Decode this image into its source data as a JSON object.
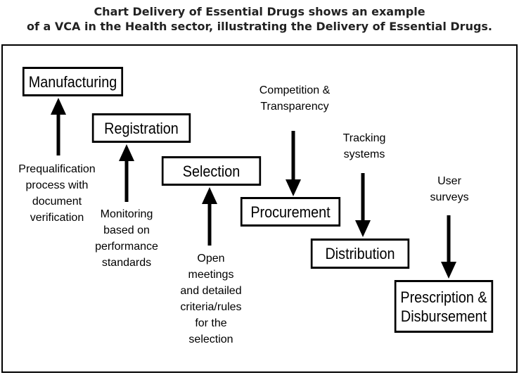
{
  "caption": {
    "line1": "Chart Delivery of Essential Drugs shows an example",
    "line2": "of a VCA in  the Health sector, illustrating the Delivery of Essential Drugs."
  },
  "stages": {
    "manufacturing": "Manufacturing",
    "registration": "Registration",
    "selection": "Selection",
    "procurement": "Procurement",
    "distribution": "Distribution",
    "prescription_line1": "Prescription &",
    "prescription_line2": "Disbursement"
  },
  "notes": {
    "prequalification": [
      "Prequalification",
      "process with",
      "document",
      "verification"
    ],
    "monitoring": [
      "Monitoring",
      "based on",
      "performance",
      "standards"
    ],
    "open_meetings": [
      "Open",
      "meetings",
      "and detailed",
      "criteria/rules",
      "for the",
      "selection"
    ],
    "competition": [
      "Competition &",
      "Transparency"
    ],
    "tracking": [
      "Tracking",
      "systems"
    ],
    "user_surveys": [
      "User",
      "surveys"
    ]
  },
  "colors": {
    "line": "#000000",
    "caption_text": "#222222"
  }
}
